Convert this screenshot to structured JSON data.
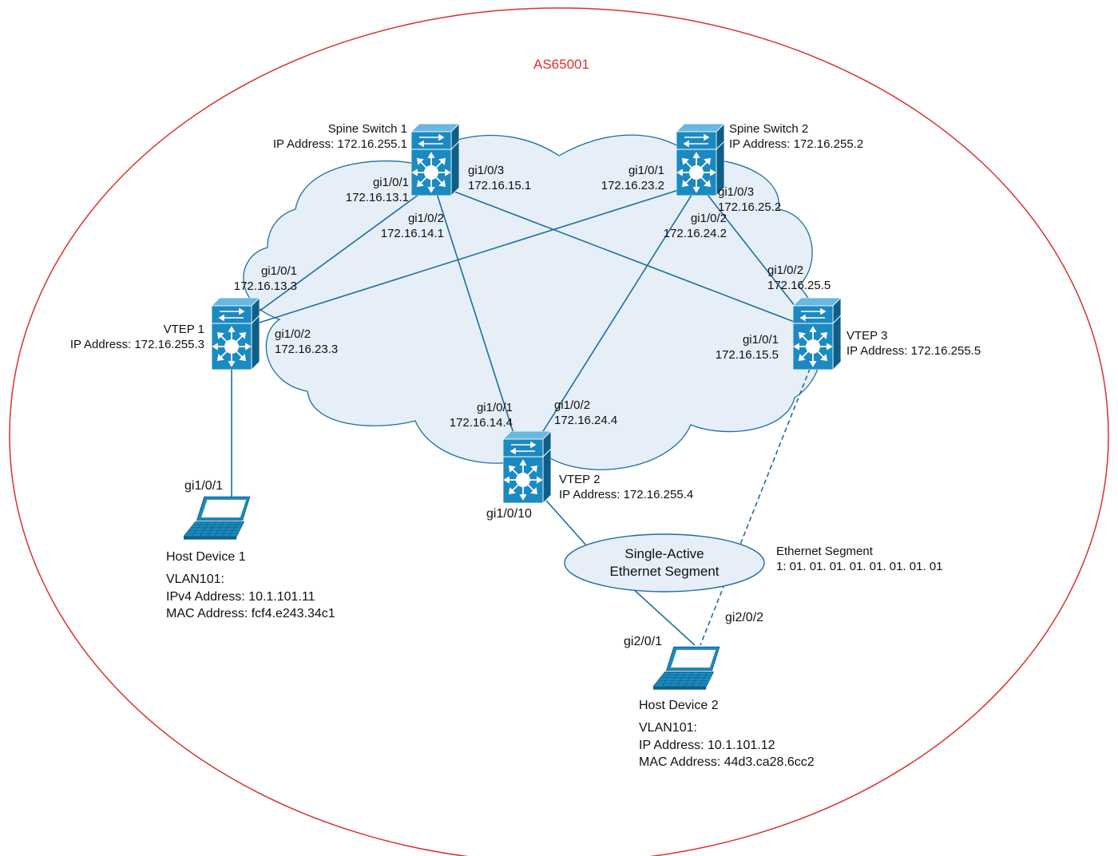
{
  "as_label": "AS65001",
  "spine1": {
    "name": "Spine Switch 1",
    "ip": "IP Address: 172.16.255.1"
  },
  "spine2": {
    "name": "Spine Switch 2",
    "ip": "IP Address: 172.16.255.2"
  },
  "vtep1": {
    "name": "VTEP 1",
    "ip": "IP Address: 172.16.255.3"
  },
  "vtep2": {
    "name": "VTEP 2",
    "ip": "IP Address: 172.16.255.4"
  },
  "vtep3": {
    "name": "VTEP 3",
    "ip": "IP Address: 172.16.255.5"
  },
  "ports": {
    "s1_g1": {
      "port": "gi1/0/1",
      "ip": "172.16.13.1"
    },
    "s1_g2": {
      "port": "gi1/0/2",
      "ip": "172.16.14.1"
    },
    "s1_g3": {
      "port": "gi1/0/3",
      "ip": "172.16.15.1"
    },
    "s2_g1": {
      "port": "gi1/0/1",
      "ip": "172.16.23.2"
    },
    "s2_g2": {
      "port": "gi1/0/2",
      "ip": "172.16.24.2"
    },
    "s2_g3": {
      "port": "gi1/0/3",
      "ip": "172.16.25.2"
    },
    "v1_g1": {
      "port": "gi1/0/1",
      "ip": "172.16.13.3"
    },
    "v1_g2": {
      "port": "gi1/0/2",
      "ip": "172.16.23.3"
    },
    "v2_g1": {
      "port": "gi1/0/1",
      "ip": "172.16.14.4"
    },
    "v2_g2": {
      "port": "gi1/0/2",
      "ip": "172.16.24.4"
    },
    "v3_g1": {
      "port": "gi1/0/1",
      "ip": "172.16.15.5"
    },
    "v3_g2": {
      "port": "gi1/0/2",
      "ip": "172.16.25.5"
    },
    "h1_port": "gi1/0/1",
    "v2_g10": "gi1/0/10",
    "h2_g1": "gi2/0/1",
    "h2_g2": "gi2/0/2"
  },
  "segment": {
    "line1": "Single-Active",
    "line2": "Ethernet Segment",
    "es_title": "Ethernet Segment",
    "es_value": "1: 01. 01. 01. 01. 01. 01. 01. 01"
  },
  "host1": {
    "name": "Host Device 1",
    "vlan": "VLAN101:",
    "ip": "IPv4 Address: 10.1.101.11",
    "mac": "MAC Address: fcf4.e243.34c1"
  },
  "host2": {
    "name": "Host Device 2",
    "vlan": "VLAN101:",
    "ip": "IP Address: 10.1.101.12",
    "mac": "MAC Address: 44d3.ca28.6cc2"
  },
  "colors": {
    "as_border": "#d9312e",
    "cloud_fill": "#e6eef8",
    "cloud_stroke": "#1f6f98",
    "link": "#1f6f98",
    "switch_front": "#1b8ac0",
    "switch_top": "#6ab8df",
    "switch_side": "#0e5f88"
  }
}
